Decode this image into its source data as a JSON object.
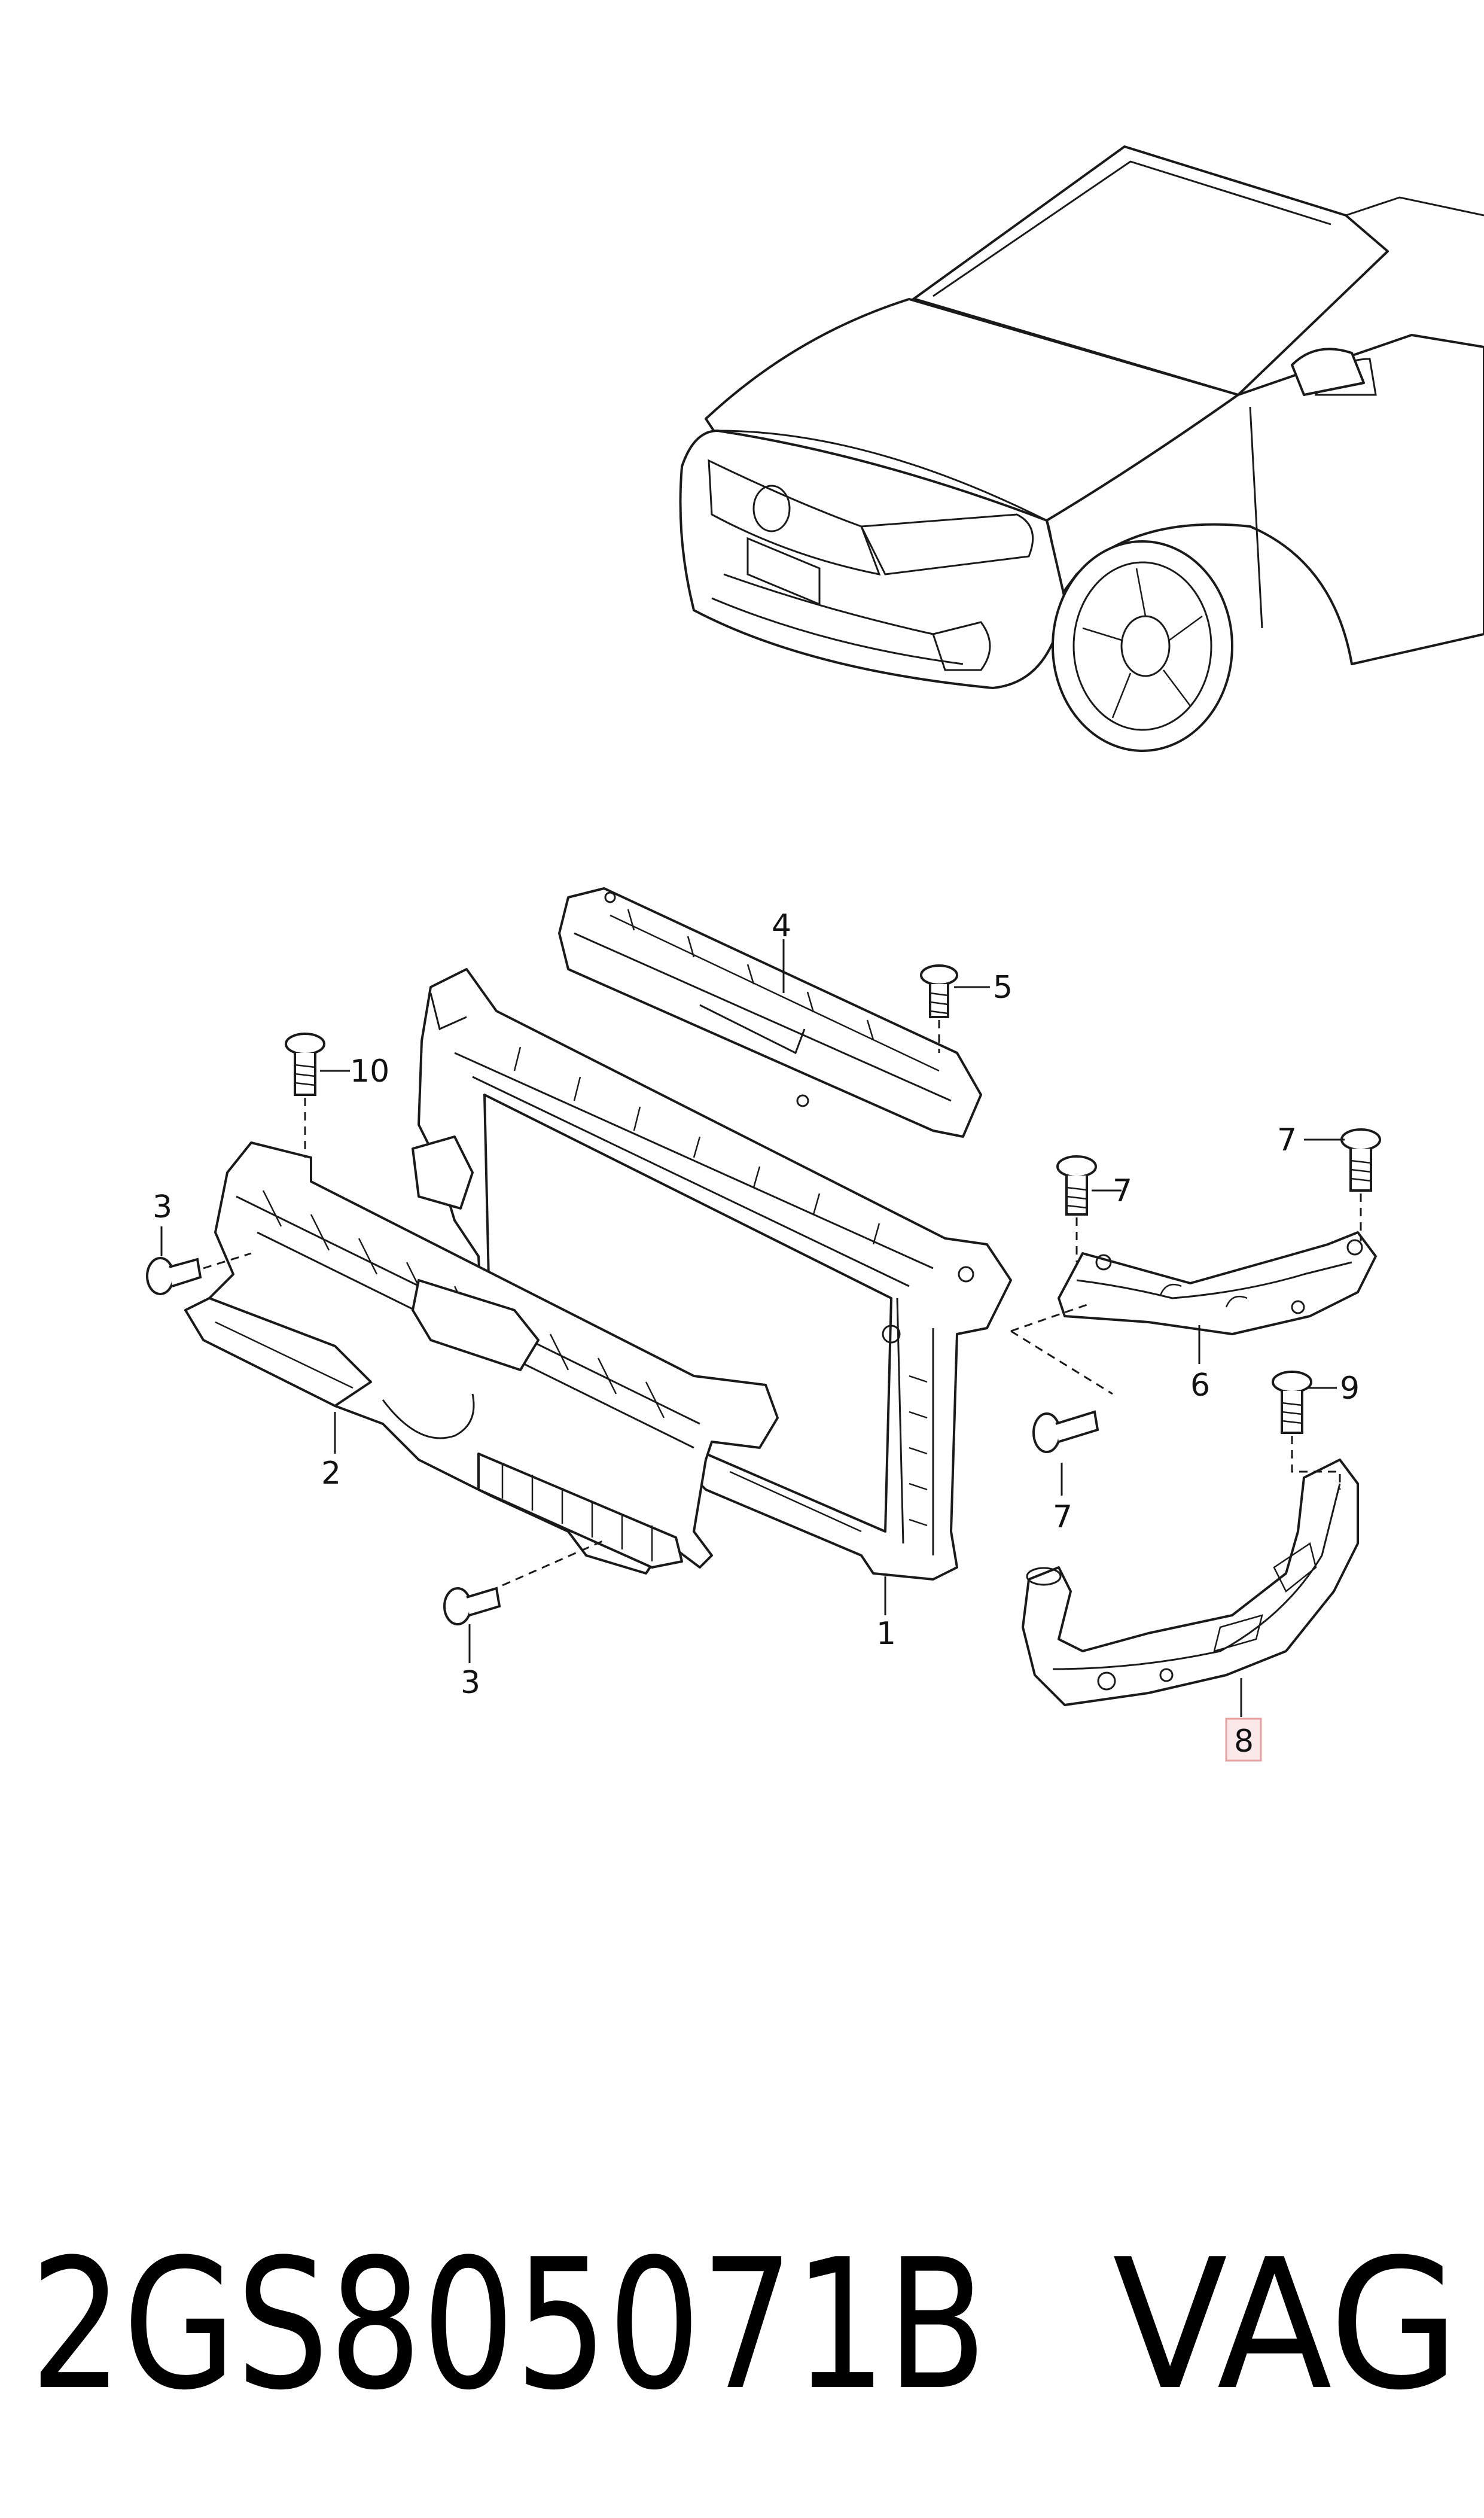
{
  "callouts": [
    {
      "id": "4",
      "label": "4"
    },
    {
      "id": "5",
      "label": "5"
    },
    {
      "id": "10",
      "label": "10"
    },
    {
      "id": "3-top",
      "label": "3"
    },
    {
      "id": "7-a",
      "label": "7"
    },
    {
      "id": "7-b",
      "label": "7"
    },
    {
      "id": "6",
      "label": "6"
    },
    {
      "id": "9",
      "label": "9"
    },
    {
      "id": "7-c",
      "label": "7"
    },
    {
      "id": "2",
      "label": "2"
    },
    {
      "id": "1",
      "label": "1"
    },
    {
      "id": "3-bottom",
      "label": "3"
    },
    {
      "id": "8",
      "label": "8",
      "highlighted": true
    }
  ],
  "part_number": "2GS805071B",
  "brand": "VAG",
  "colors": {
    "line": "#1a1a1a",
    "highlight_box_border": "#e8a0a0",
    "highlight_box_fill": "#fbe9e9",
    "text": "#000000"
  }
}
